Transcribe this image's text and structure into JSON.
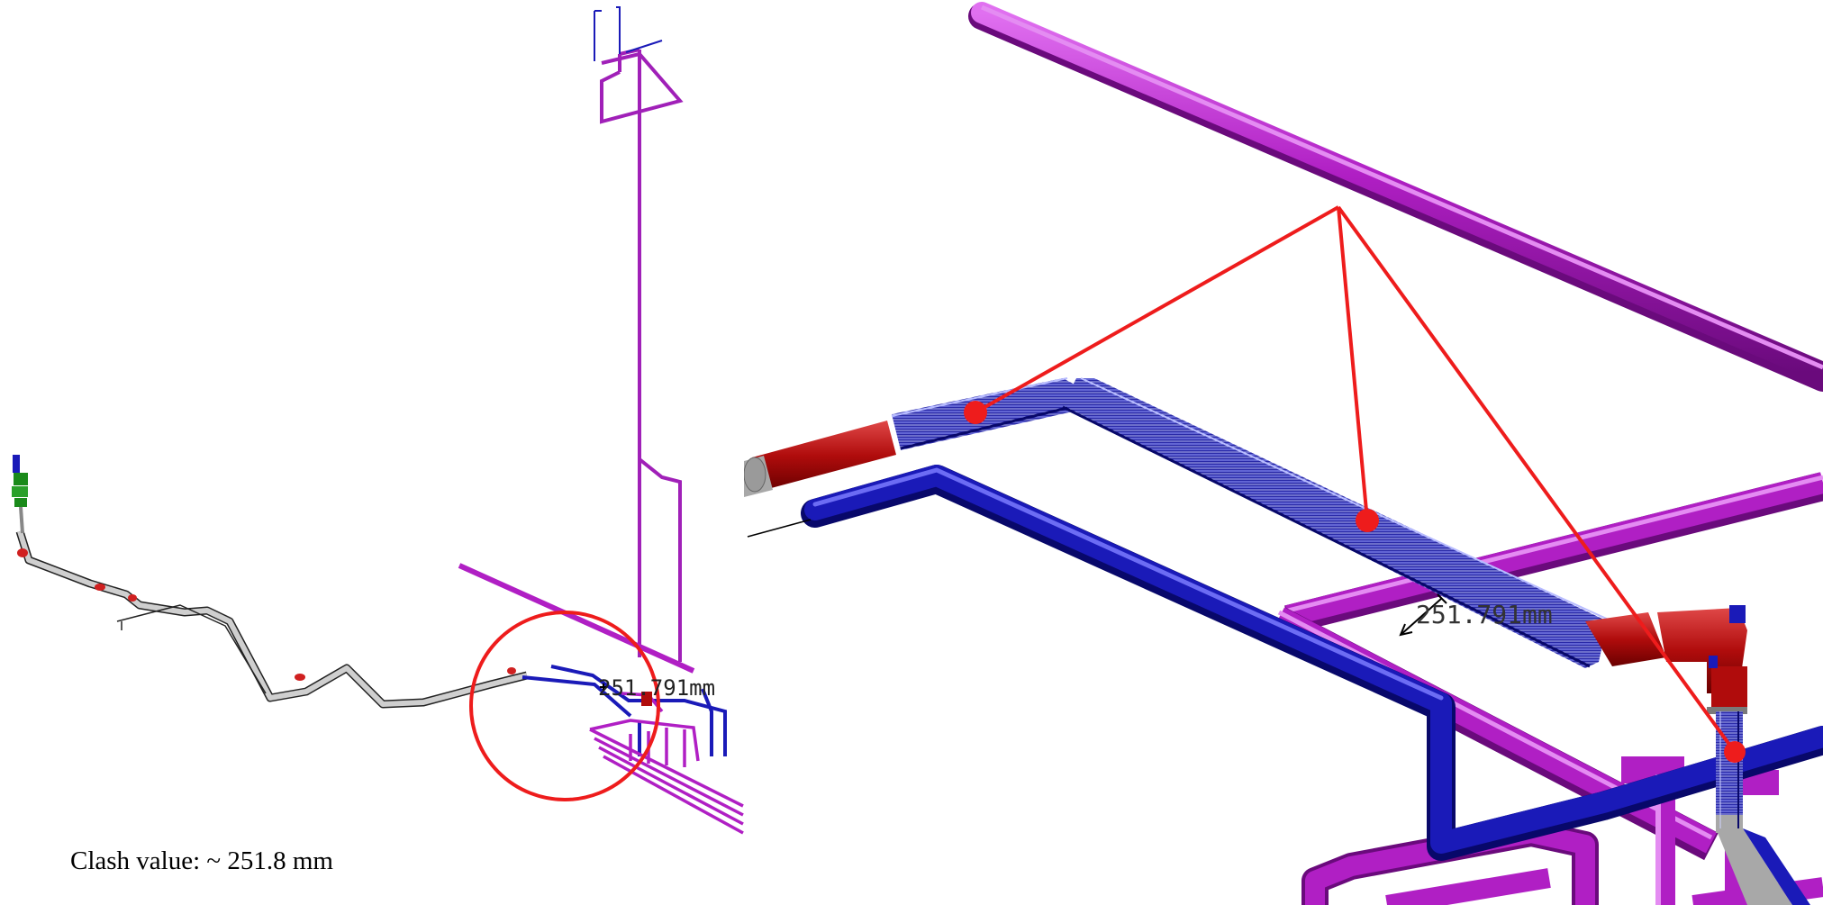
{
  "left_view": {
    "dimension_label": "251.791mm"
  },
  "right_view": {
    "dimension_label": "251.791mm"
  },
  "caption": "Clash value: ~ 251.8 mm",
  "colors": {
    "magenta_pipe": "#b01fc4",
    "blue_pipe": "#1a1ab8",
    "red_highlight": "#ee1c1c",
    "grey_pipe": "#a8a8a8"
  }
}
